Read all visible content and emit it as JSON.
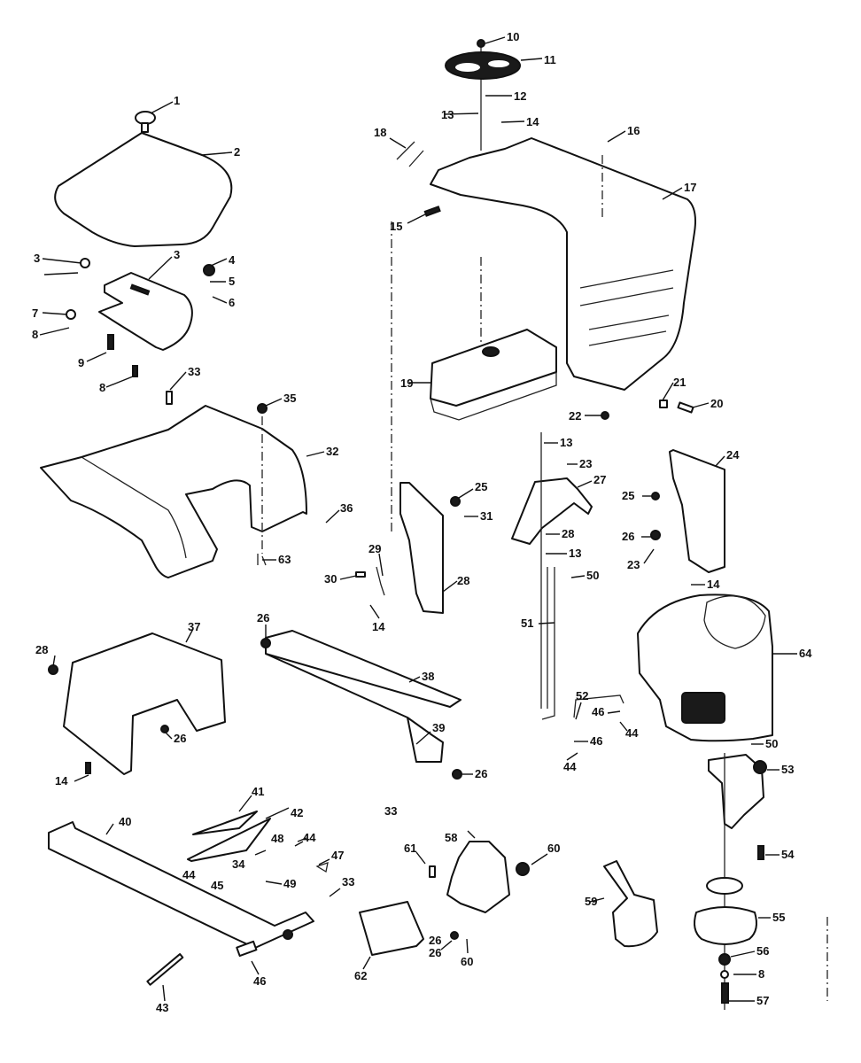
{
  "diagram": {
    "type": "exploded-parts-diagram",
    "subject": "riding mower body, seat, steering and engine assembly",
    "colors": {
      "ink": "#111111",
      "paper": "#ffffff"
    },
    "assemblies": [
      {
        "name": "seat",
        "callouts": [
          "1",
          "2",
          "3",
          "3",
          "4",
          "5",
          "6",
          "7",
          "8",
          "9",
          "8"
        ]
      },
      {
        "name": "steering-and-hood",
        "callouts": [
          "10",
          "11",
          "12",
          "13",
          "14",
          "15",
          "16",
          "17",
          "18"
        ]
      },
      {
        "name": "fuel-tank",
        "callouts": [
          "19",
          "20",
          "21",
          "22",
          "13",
          "23"
        ]
      },
      {
        "name": "rear-fender",
        "callouts": [
          "33",
          "35",
          "32",
          "36",
          "63"
        ]
      },
      {
        "name": "dash-supports",
        "callouts": [
          "24",
          "25",
          "26",
          "23",
          "14",
          "25",
          "31",
          "28",
          "27",
          "28",
          "13",
          "50",
          "29",
          "30",
          "14"
        ]
      },
      {
        "name": "frame-covers",
        "callouts": [
          "28",
          "37",
          "26",
          "14",
          "26",
          "38",
          "39",
          "26"
        ]
      },
      {
        "name": "pedal-and-frame",
        "callouts": [
          "41",
          "42",
          "40",
          "48",
          "44",
          "34",
          "44",
          "45",
          "49",
          "47",
          "33",
          "43",
          "26",
          "46"
        ]
      },
      {
        "name": "transaxle",
        "callouts": [
          "33",
          "61",
          "58",
          "60",
          "62",
          "26",
          "60"
        ]
      },
      {
        "name": "engine",
        "callouts": [
          "51",
          "52",
          "46",
          "44",
          "46",
          "44",
          "64",
          "50",
          "53",
          "54",
          "55",
          "56",
          "8",
          "57",
          "59"
        ]
      }
    ]
  },
  "labels": [
    {
      "id": "c1",
      "text": "1"
    },
    {
      "id": "c2",
      "text": "2"
    },
    {
      "id": "c3a",
      "text": "3"
    },
    {
      "id": "c3b",
      "text": "3"
    },
    {
      "id": "c4",
      "text": "4"
    },
    {
      "id": "c5",
      "text": "5"
    },
    {
      "id": "c6",
      "text": "6"
    },
    {
      "id": "c7",
      "text": "7"
    },
    {
      "id": "c8a",
      "text": "8"
    },
    {
      "id": "c9",
      "text": "9"
    },
    {
      "id": "c8b",
      "text": "8"
    },
    {
      "id": "c10",
      "text": "10"
    },
    {
      "id": "c11",
      "text": "11"
    },
    {
      "id": "c12",
      "text": "12"
    },
    {
      "id": "c13a",
      "text": "13"
    },
    {
      "id": "c14a",
      "text": "14"
    },
    {
      "id": "c16",
      "text": "16"
    },
    {
      "id": "c18",
      "text": "18"
    },
    {
      "id": "c17",
      "text": "17"
    },
    {
      "id": "c15",
      "text": "15"
    },
    {
      "id": "c19",
      "text": "19"
    },
    {
      "id": "c21",
      "text": "21"
    },
    {
      "id": "c20",
      "text": "20"
    },
    {
      "id": "c22",
      "text": "22"
    },
    {
      "id": "c13b",
      "text": "13"
    },
    {
      "id": "c23a",
      "text": "23"
    },
    {
      "id": "c24",
      "text": "24"
    },
    {
      "id": "c33a",
      "text": "33"
    },
    {
      "id": "c35",
      "text": "35"
    },
    {
      "id": "c32",
      "text": "32"
    },
    {
      "id": "c36",
      "text": "36"
    },
    {
      "id": "c63",
      "text": "63"
    },
    {
      "id": "c25a",
      "text": "25"
    },
    {
      "id": "c31",
      "text": "31"
    },
    {
      "id": "c28a",
      "text": "28"
    },
    {
      "id": "c27",
      "text": "27"
    },
    {
      "id": "c28b",
      "text": "28"
    },
    {
      "id": "c13c",
      "text": "13"
    },
    {
      "id": "c50a",
      "text": "50"
    },
    {
      "id": "c25b",
      "text": "25"
    },
    {
      "id": "c26a",
      "text": "26"
    },
    {
      "id": "c23b",
      "text": "23"
    },
    {
      "id": "c14b",
      "text": "14"
    },
    {
      "id": "c29",
      "text": "29"
    },
    {
      "id": "c30",
      "text": "30"
    },
    {
      "id": "c14c",
      "text": "14"
    },
    {
      "id": "c51",
      "text": "51"
    },
    {
      "id": "c64",
      "text": "64"
    },
    {
      "id": "c28c",
      "text": "28"
    },
    {
      "id": "c37",
      "text": "37"
    },
    {
      "id": "c26b",
      "text": "26"
    },
    {
      "id": "c14d",
      "text": "14"
    },
    {
      "id": "c26c",
      "text": "26"
    },
    {
      "id": "c38",
      "text": "38"
    },
    {
      "id": "c39",
      "text": "39"
    },
    {
      "id": "c26d",
      "text": "26"
    },
    {
      "id": "c52",
      "text": "52"
    },
    {
      "id": "c46a",
      "text": "46"
    },
    {
      "id": "c44a",
      "text": "44"
    },
    {
      "id": "c46b",
      "text": "46"
    },
    {
      "id": "c44b",
      "text": "44"
    },
    {
      "id": "c50b",
      "text": "50"
    },
    {
      "id": "c53",
      "text": "53"
    },
    {
      "id": "c54",
      "text": "54"
    },
    {
      "id": "c41",
      "text": "41"
    },
    {
      "id": "c42",
      "text": "42"
    },
    {
      "id": "c40",
      "text": "40"
    },
    {
      "id": "c48",
      "text": "48"
    },
    {
      "id": "c44c",
      "text": "44"
    },
    {
      "id": "c34",
      "text": "34"
    },
    {
      "id": "c44d",
      "text": "44"
    },
    {
      "id": "c45",
      "text": "45"
    },
    {
      "id": "c49",
      "text": "49"
    },
    {
      "id": "c47",
      "text": "47"
    },
    {
      "id": "c33b",
      "text": "33"
    },
    {
      "id": "c33c",
      "text": "33"
    },
    {
      "id": "c61",
      "text": "61"
    },
    {
      "id": "c58",
      "text": "58"
    },
    {
      "id": "c60a",
      "text": "60"
    },
    {
      "id": "c43",
      "text": "43"
    },
    {
      "id": "c26e",
      "text": "26"
    },
    {
      "id": "c46c",
      "text": "46"
    },
    {
      "id": "c62",
      "text": "62"
    },
    {
      "id": "c26f",
      "text": "26"
    },
    {
      "id": "c60b",
      "text": "60"
    },
    {
      "id": "c59",
      "text": "59"
    },
    {
      "id": "c55",
      "text": "55"
    },
    {
      "id": "c56",
      "text": "56"
    },
    {
      "id": "c8c",
      "text": "8"
    },
    {
      "id": "c57",
      "text": "57"
    }
  ]
}
